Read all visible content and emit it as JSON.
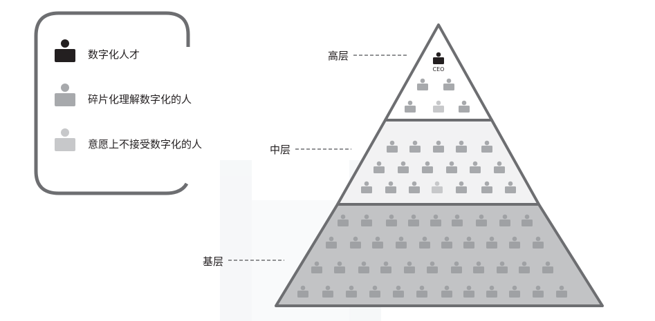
{
  "legend": {
    "items": [
      {
        "label": "数字化人才",
        "icon": "person-icon",
        "color": "#231f20"
      },
      {
        "label": "碎片化理解数字化的人",
        "icon": "person-icon",
        "color": "#a7a9ac"
      },
      {
        "label": "意愿上不接受数字化的人",
        "icon": "person-icon",
        "color": "#c7c8ca"
      }
    ]
  },
  "pyramid": {
    "tiers": [
      {
        "label": "高层",
        "fill": "#ffffff",
        "leader": "CEO"
      },
      {
        "label": "中层",
        "fill": "#f2f2f3"
      },
      {
        "label": "基层",
        "fill": "#c2c3c5"
      }
    ]
  },
  "colors": {
    "outline": "#6d6e71",
    "talent": "#231f20",
    "fragmented": "#a7a9ac",
    "unwilling": "#c7c8ca",
    "base_person": "#9fa1a4"
  }
}
